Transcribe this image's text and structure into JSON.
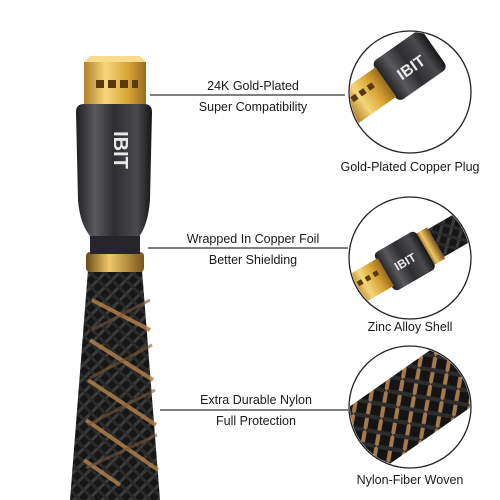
{
  "brand": "IBIT",
  "colors": {
    "gold": "#d9a536",
    "gold_light": "#f2d27a",
    "shell": "#3b3b3e",
    "braid": "#1b1b1b",
    "braid_copper": "#b68a5a",
    "line": "#333333"
  },
  "features": [
    {
      "line1": "24K Gold-Plated",
      "line2": "Super Compatibility",
      "caption": "Gold-Plated Copper Plug"
    },
    {
      "line1": "Wrapped In Copper Foil",
      "line2": "Better Shielding",
      "caption": "Zinc Alloy Shell"
    },
    {
      "line1": "Extra Durable Nylon",
      "line2": "Full Protection",
      "caption": "Nylon-Fiber Woven"
    }
  ]
}
